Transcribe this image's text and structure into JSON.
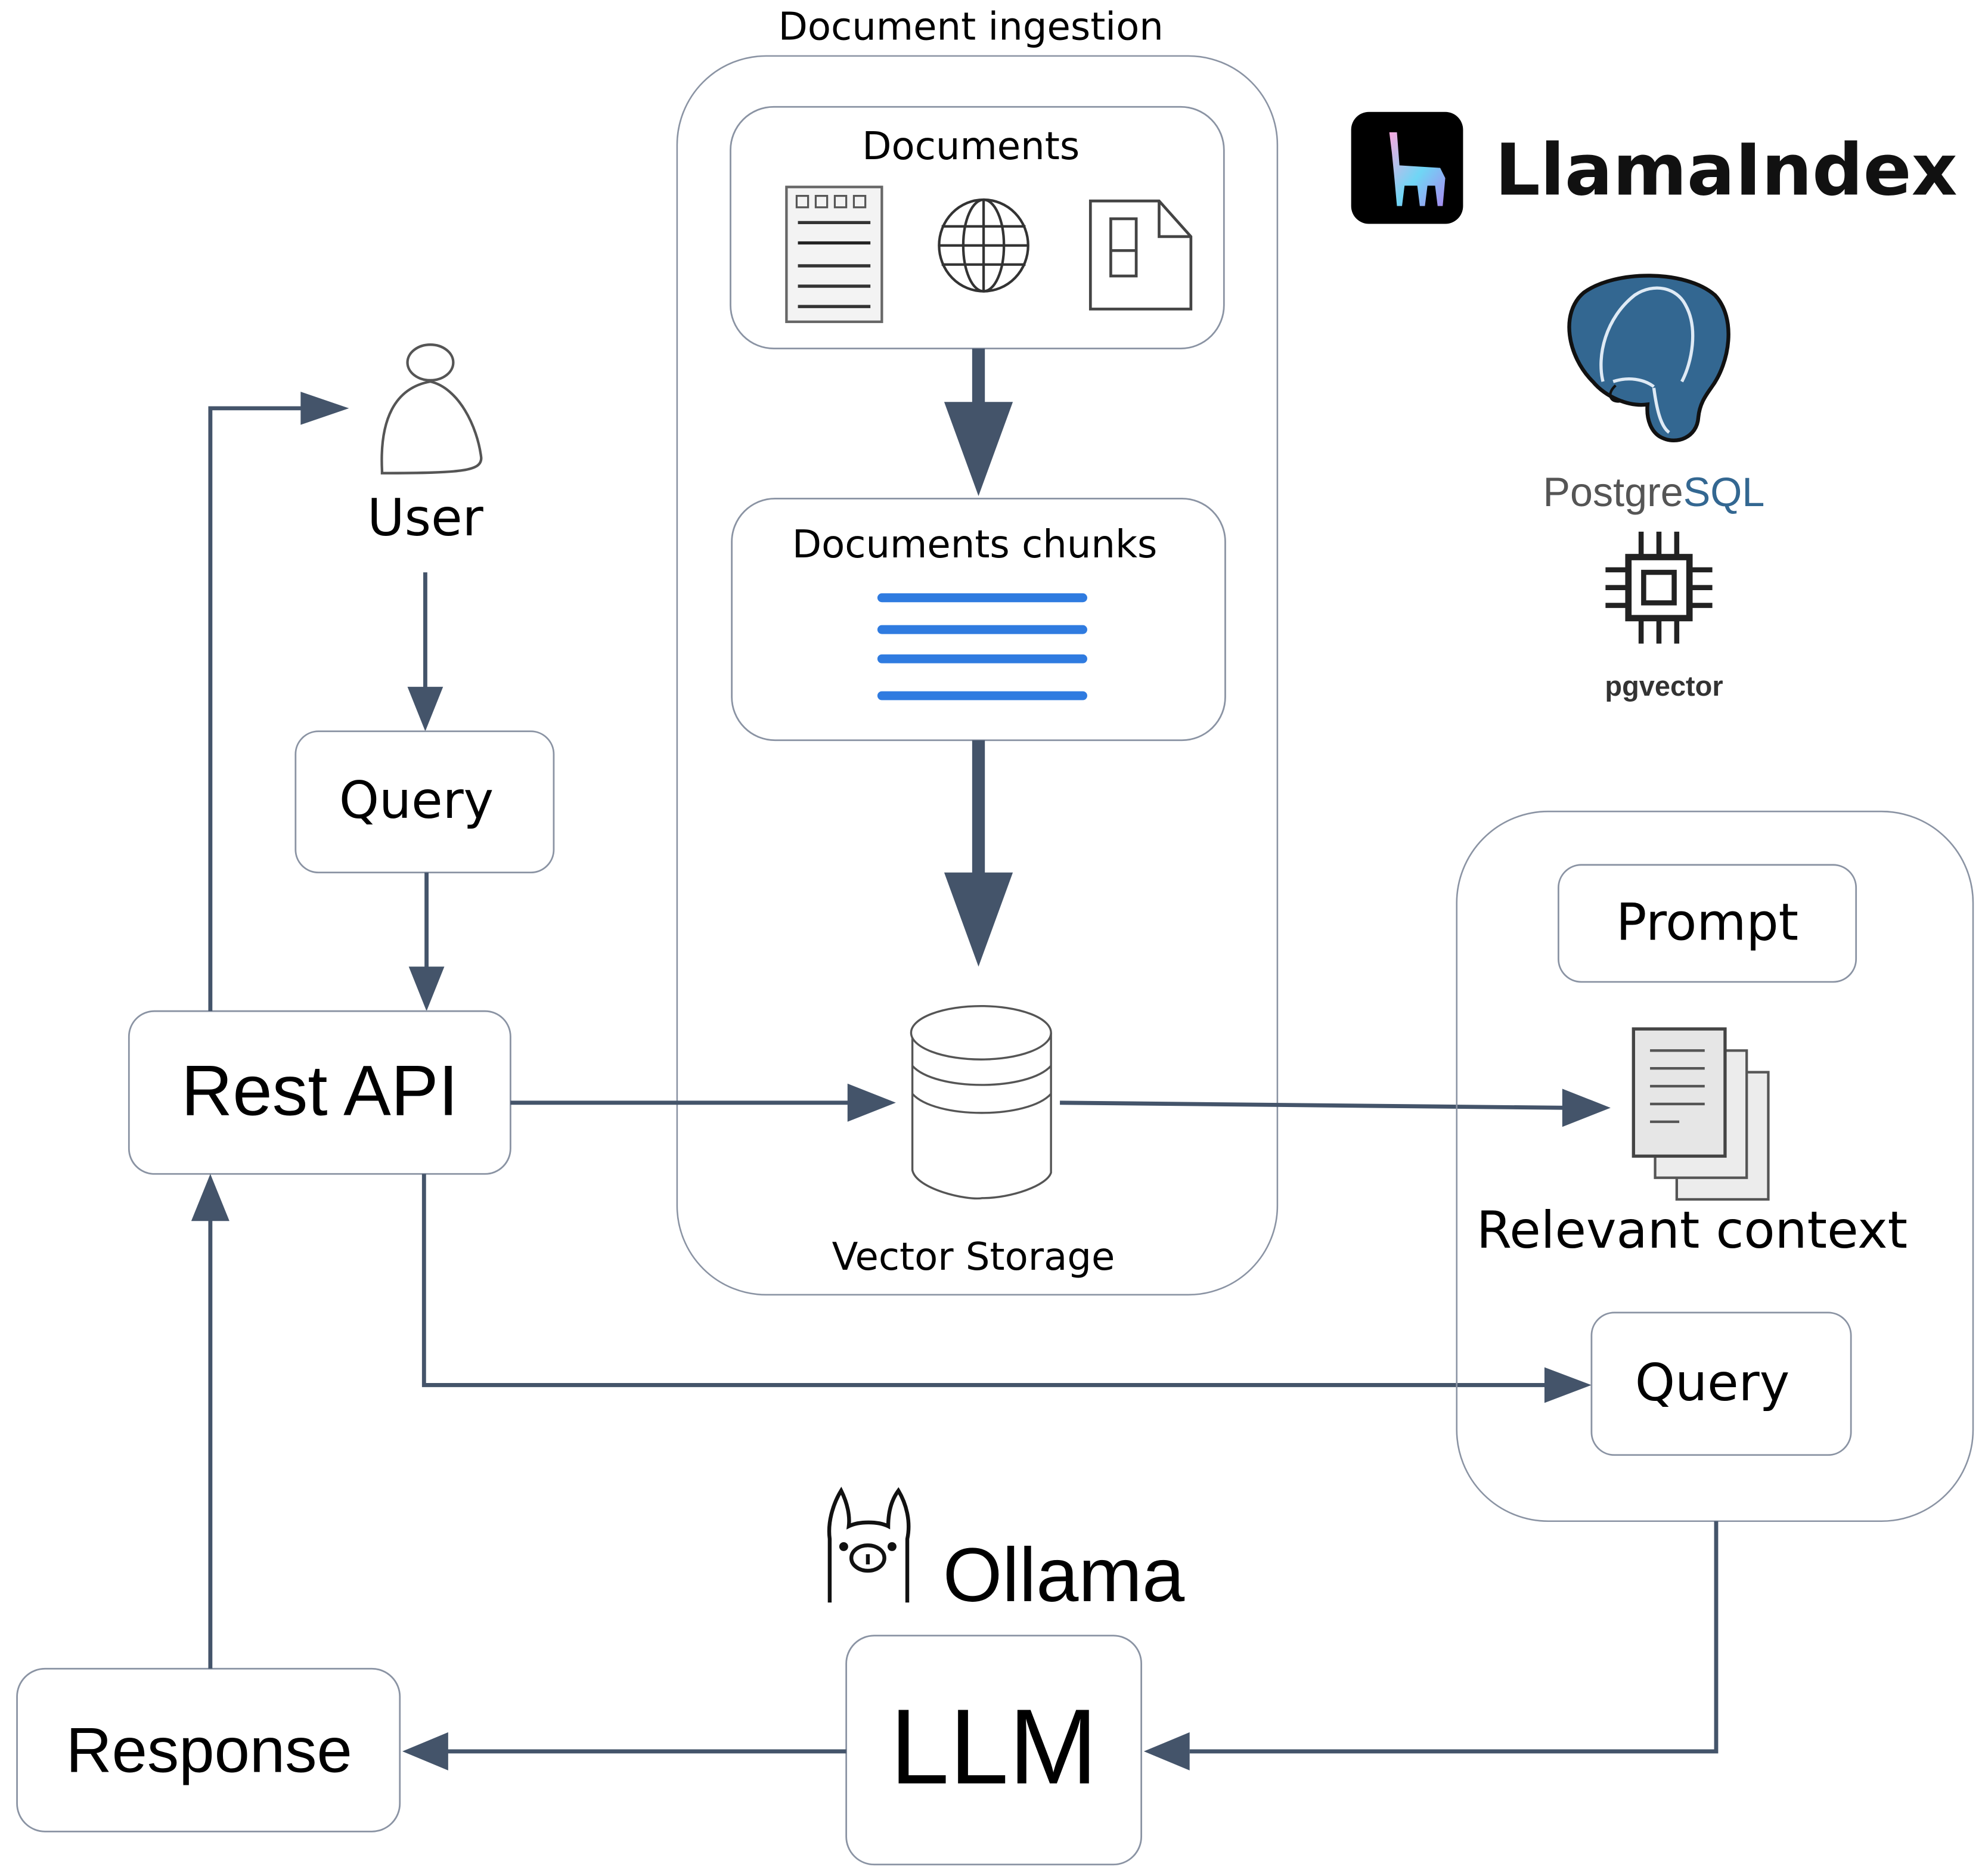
{
  "diagram": {
    "ingestion_group": {
      "title": "Document ingestion"
    },
    "documents": {
      "label": "Documents",
      "icons": [
        "document-page-icon",
        "globe-icon",
        "file-icon"
      ]
    },
    "chunks": {
      "label": "Documents chunks",
      "bar_color": "#2f7be0",
      "bar_count": 4
    },
    "vector_storage": {
      "label": "Vector Storage",
      "icon": "database-icon"
    },
    "user": {
      "label": "User",
      "icon": "user-icon"
    },
    "query_left": {
      "label": "Query"
    },
    "rest_api": {
      "label": "Rest API"
    },
    "context_group": {
      "prompt": {
        "label": "Prompt"
      },
      "relevant_context": {
        "label": "Relevant context",
        "icon": "stacked-documents-icon"
      },
      "query_right": {
        "label": "Query"
      }
    },
    "llm": {
      "label": "LLM"
    },
    "response": {
      "label": "Response"
    },
    "logos": {
      "llamaindex": {
        "text": "LlamaIndex"
      },
      "postgres": {
        "text_a": "Postgre",
        "text_b": "SQL",
        "color_a": "#555555",
        "color_b": "#336791"
      },
      "pgvector": {
        "text": "pgvector"
      },
      "ollama": {
        "text": "Ollama"
      }
    },
    "colors": {
      "edge": "#44546a",
      "box_border": "#8a93a3",
      "postgres_blue": "#336791"
    },
    "edges": [
      {
        "from": "User",
        "to": "Query"
      },
      {
        "from": "Query",
        "to": "Rest API"
      },
      {
        "from": "Rest API",
        "to": "User"
      },
      {
        "from": "Documents",
        "to": "Documents chunks"
      },
      {
        "from": "Documents chunks",
        "to": "Vector Storage"
      },
      {
        "from": "Rest API",
        "to": "Vector Storage"
      },
      {
        "from": "Vector Storage",
        "to": "Relevant context"
      },
      {
        "from": "Rest API",
        "to": "Query (context)"
      },
      {
        "from": "Context group",
        "to": "LLM"
      },
      {
        "from": "LLM",
        "to": "Response"
      },
      {
        "from": "Response",
        "to": "Rest API"
      }
    ]
  }
}
